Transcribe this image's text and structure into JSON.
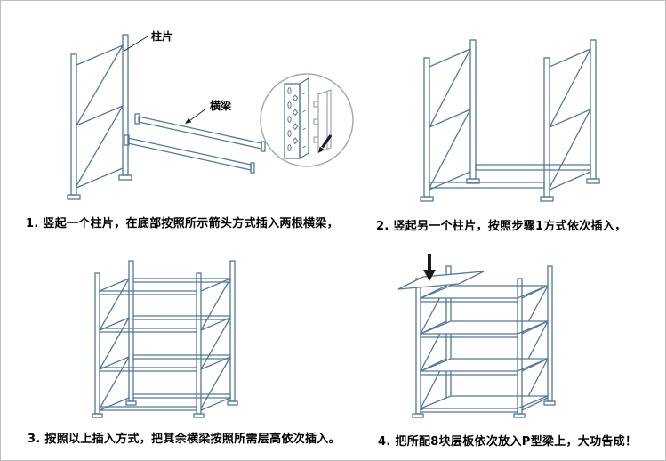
{
  "colors": {
    "line": "#55779c",
    "line-light": "#9aa5b3",
    "arrow": "#1a1a1a",
    "circle": "#a9a9a9",
    "text": "#000000"
  },
  "annotations": {
    "column_label": "柱片",
    "beam_label": "横梁"
  },
  "steps": {
    "step1": "1. 竖起一个柱片，在底部按照所示箭头方式插入两根横梁，",
    "step2": "2. 竖起另一个柱片，按照步骤1方式依次插入，",
    "step3": "3. 按照以上插入方式，把其余横梁按照所需层高依次插入。",
    "step4": "4. 把所配8块层板依次放入P型梁上，大功告成！"
  }
}
